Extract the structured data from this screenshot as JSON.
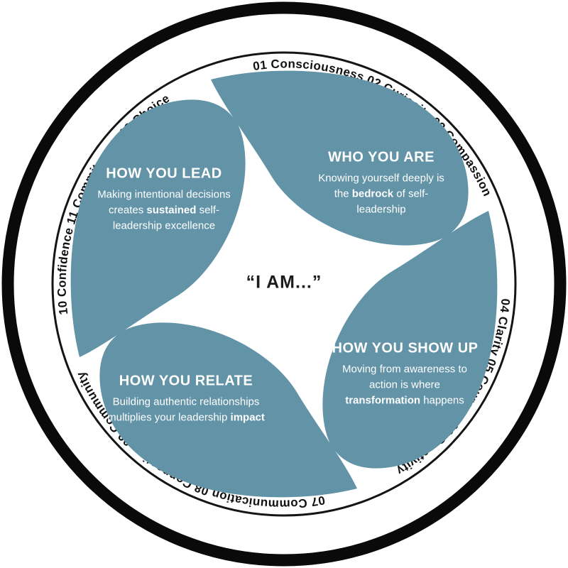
{
  "center_quote": "“I AM...”",
  "ring": {
    "text_color": "#111111",
    "groups": [
      {
        "items": [
          {
            "num": "01",
            "label": "Consciousness"
          },
          {
            "num": "02",
            "label": "Curiosity"
          },
          {
            "num": "03",
            "label": "Compassion"
          }
        ]
      },
      {
        "items": [
          {
            "num": "04",
            "label": "Clarity"
          },
          {
            "num": "05",
            "label": "Courage"
          },
          {
            "num": "06",
            "label": "Creativity"
          }
        ]
      },
      {
        "items": [
          {
            "num": "07",
            "label": "Communication"
          },
          {
            "num": "08",
            "label": "Connection"
          },
          {
            "num": "09",
            "label": "Community"
          }
        ]
      },
      {
        "items": [
          {
            "num": "10",
            "label": "Confidence"
          },
          {
            "num": "11",
            "label": "Commitmentt"
          },
          {
            "num": "12",
            "label": "Choice"
          }
        ]
      }
    ]
  },
  "petals": [
    {
      "id": "who-you-are",
      "title": "WHO YOU ARE",
      "desc_pre": "Knowing yourself deeply is the ",
      "desc_bold": "bedrock",
      "desc_post": " of self-leadership",
      "color": "#6293a7"
    },
    {
      "id": "how-you-show-up",
      "title": "HOW YOU SHOW UP",
      "desc_pre": "Moving from awareness to action is where ",
      "desc_bold": "transformation",
      "desc_post": " happens",
      "color": "#f06a60"
    },
    {
      "id": "how-you-relate",
      "title": "HOW YOU RELATE",
      "desc_pre": "Building authentic relationships multiplies your leadership ",
      "desc_bold": "impact",
      "desc_post": "",
      "color": "#a1c2a1"
    },
    {
      "id": "how-you-lead",
      "title": "HOW YOU LEAD",
      "desc_pre": "Making intentional decisions creates ",
      "desc_bold": "sustained",
      "desc_post": " self-leadership excellence",
      "color": "#c9ac85"
    }
  ],
  "decor": {
    "outer_ring_color": "#0a0a0a",
    "inner_ring_color": "#141414",
    "background": "#ffffff"
  }
}
